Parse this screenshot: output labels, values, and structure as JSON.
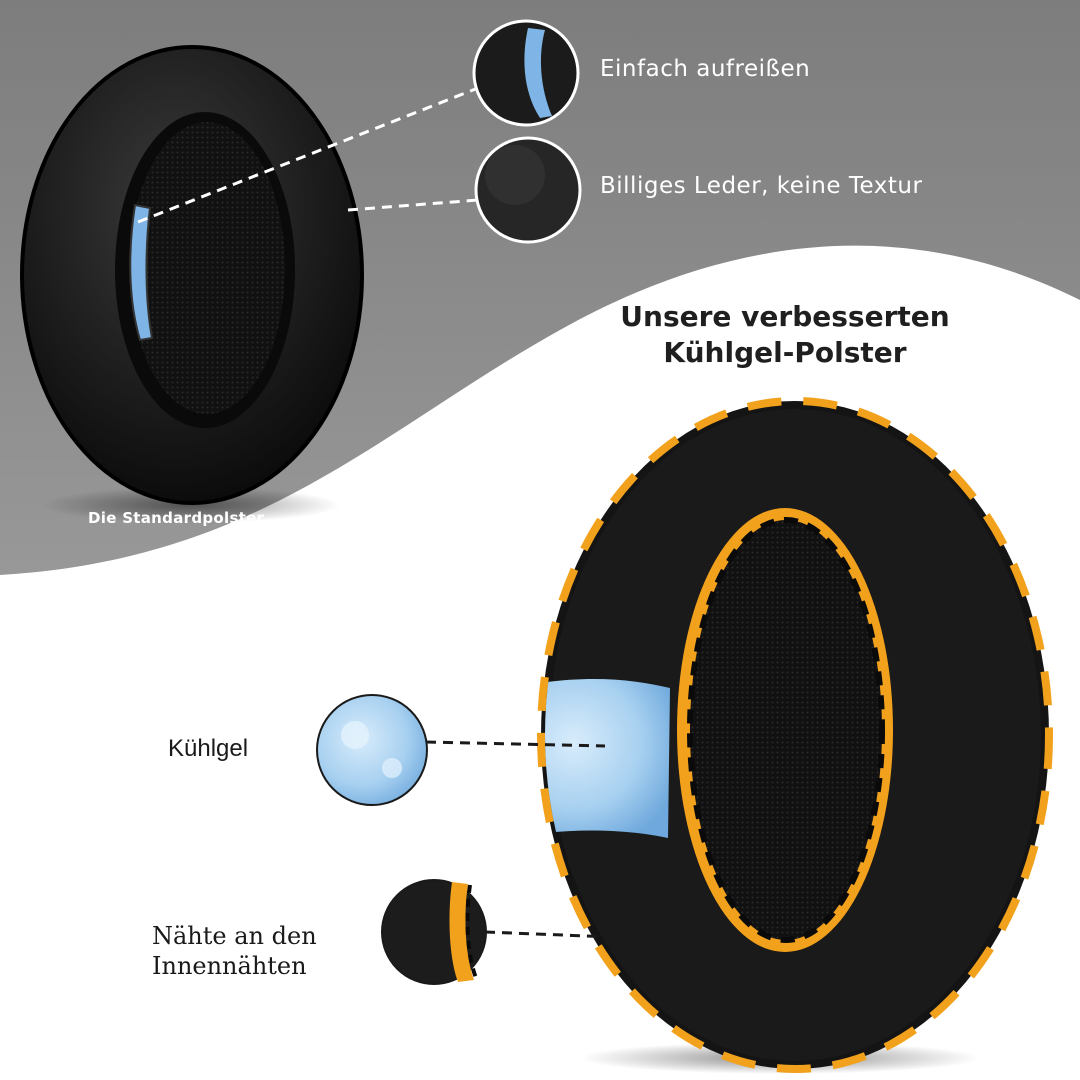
{
  "colors": {
    "top_panel": "#8a8a8a",
    "accent_orange": "#f2a11c",
    "gel_blue": "#9cc8ec",
    "pad_black": "#141414"
  },
  "standard_pad": {
    "caption": "Die Standardpolster",
    "callouts": [
      {
        "text": "Einfach aufreißen",
        "icon": "torn-seam-closeup-icon"
      },
      {
        "text": "Billiges Leder, keine Textur",
        "icon": "leather-closeup-icon"
      }
    ]
  },
  "improved_pad": {
    "headline_line1": "Unsere verbesserten",
    "headline_line2": "Kühlgel-Polster",
    "callouts": [
      {
        "text": "Kühlgel",
        "icon": "cooling-gel-closeup-icon"
      },
      {
        "text_line1": "Nähte an den",
        "text_line2": "Innennähten",
        "icon": "stitching-closeup-icon"
      }
    ]
  }
}
